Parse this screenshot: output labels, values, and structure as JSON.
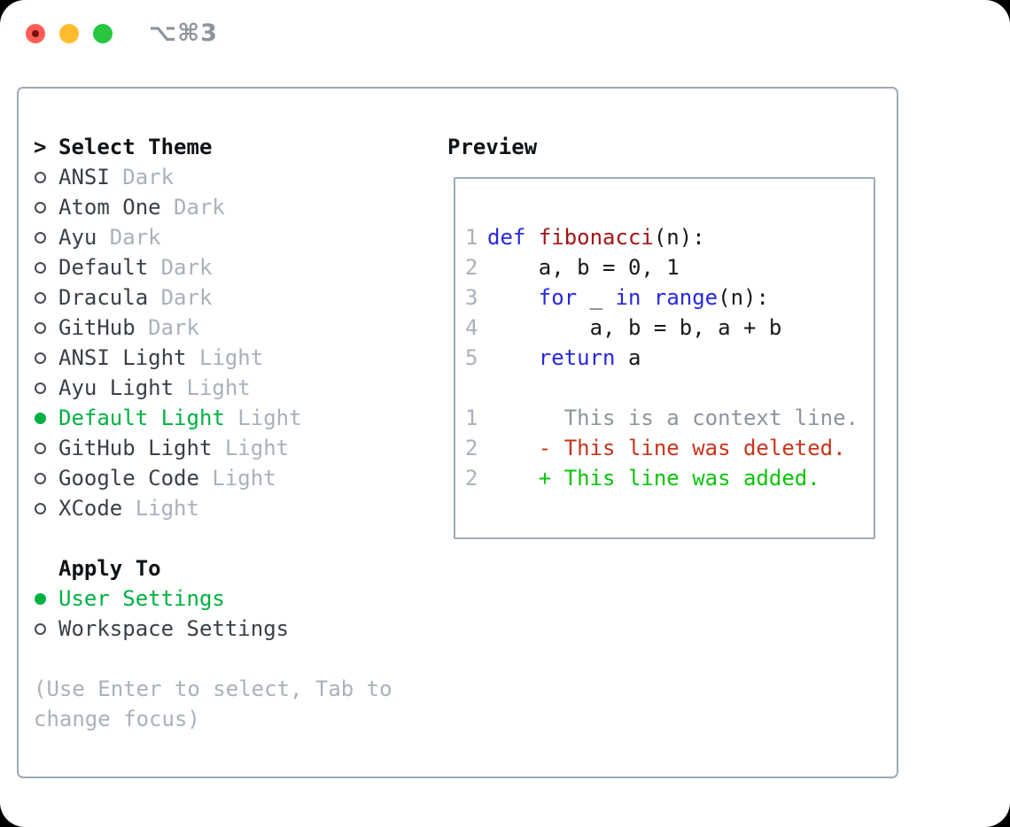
{
  "titlebar": {
    "shortcut": "⌥⌘3",
    "traffic_colors": {
      "close": "#ff5d55",
      "minimize": "#ffbd2e",
      "zoom": "#28c73f"
    }
  },
  "theme_panel": {
    "select_heading": "Select Theme",
    "cursor": ">",
    "themes": [
      {
        "label": "ANSI",
        "variant": "Dark",
        "selected": false
      },
      {
        "label": "Atom One",
        "variant": "Dark",
        "selected": false
      },
      {
        "label": "Ayu",
        "variant": "Dark",
        "selected": false
      },
      {
        "label": "Default",
        "variant": "Dark",
        "selected": false
      },
      {
        "label": "Dracula",
        "variant": "Dark",
        "selected": false
      },
      {
        "label": "GitHub",
        "variant": "Dark",
        "selected": false
      },
      {
        "label": "ANSI Light",
        "variant": "Light",
        "selected": false
      },
      {
        "label": "Ayu Light",
        "variant": "Light",
        "selected": false
      },
      {
        "label": "Default Light",
        "variant": "Light",
        "selected": true
      },
      {
        "label": "GitHub Light",
        "variant": "Light",
        "selected": false
      },
      {
        "label": "Google Code",
        "variant": "Light",
        "selected": false
      },
      {
        "label": "XCode",
        "variant": "Light",
        "selected": false
      }
    ],
    "apply_heading": "Apply To",
    "targets": [
      {
        "label": "User Settings",
        "selected": true
      },
      {
        "label": "Workspace Settings",
        "selected": false
      }
    ],
    "hint_lines": [
      "(Use Enter to select, Tab to",
      "change focus)"
    ]
  },
  "preview": {
    "heading": "Preview",
    "lines": [
      {
        "num": "1",
        "tokens": [
          [
            "def",
            "kw"
          ],
          [
            " ",
            "pl"
          ],
          [
            "fibonacci",
            "fn"
          ],
          [
            "(n):",
            "pl"
          ]
        ]
      },
      {
        "num": "2",
        "tokens": [
          [
            "    a, b = 0, 1",
            "pl"
          ]
        ]
      },
      {
        "num": "3",
        "tokens": [
          [
            "    ",
            "pl"
          ],
          [
            "for",
            "kw"
          ],
          [
            " _ ",
            "pl"
          ],
          [
            "in",
            "kw"
          ],
          [
            " ",
            "pl"
          ],
          [
            "range",
            "kw"
          ],
          [
            "(n):",
            "pl"
          ]
        ]
      },
      {
        "num": "4",
        "tokens": [
          [
            "        a, b = b, a + b",
            "pl"
          ]
        ]
      },
      {
        "num": "5",
        "tokens": [
          [
            "    ",
            "pl"
          ],
          [
            "return",
            "kw"
          ],
          [
            " a",
            "pl"
          ]
        ]
      },
      {
        "num": "",
        "tokens": []
      },
      {
        "num": "1",
        "tokens": [
          [
            "      This is a context line.",
            "ctx"
          ]
        ]
      },
      {
        "num": "2",
        "tokens": [
          [
            "    - This line was deleted.",
            "del"
          ]
        ]
      },
      {
        "num": "2",
        "tokens": [
          [
            "    + This line was added.",
            "add"
          ]
        ]
      }
    ]
  },
  "colors": {
    "selection_green": "#00b142",
    "keyword_blue": "#2727e0",
    "function_red": "#a31515",
    "diff_added_green": "#0cc40c",
    "diff_deleted_red": "#c8341b",
    "context_gray": "#8d949c",
    "muted_gray": "#a9b1bb",
    "border_gray": "#a0aab4"
  }
}
